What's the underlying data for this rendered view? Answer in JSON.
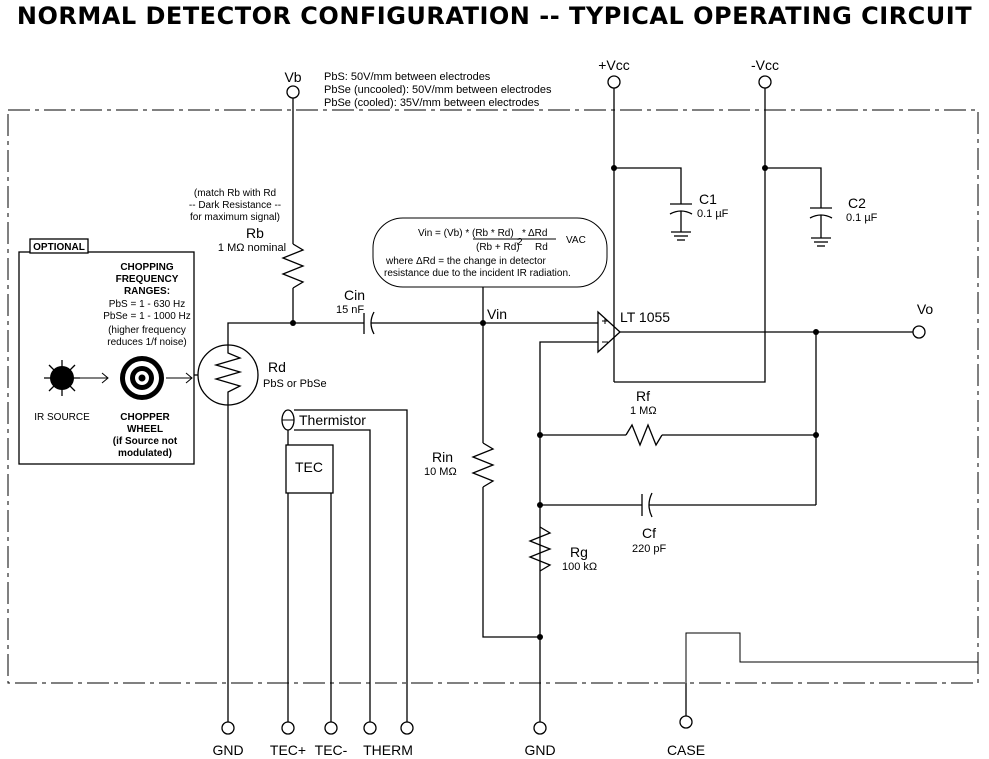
{
  "title": "NORMAL DETECTOR CONFIGURATION -- TYPICAL OPERATING CIRCUIT",
  "terminals": {
    "vb": "Vb",
    "vcc_pos": "+Vcc",
    "vcc_neg": "-Vcc",
    "vo": "Vo"
  },
  "bias_notes": [
    "PbS:  50V/mm between electrodes",
    "PbSe (uncooled):  50V/mm between electrodes",
    "PbSe (cooled):  35V/mm between electrodes"
  ],
  "rb_note": [
    "(match Rb with Rd",
    "-- Dark Resistance --",
    "for maximum signal)"
  ],
  "components": {
    "rb_label": "Rb",
    "rb_value": "1 MΩ nominal",
    "rd_label": "Rd",
    "rd_value": "PbS or PbSe",
    "cin_label": "Cin",
    "cin_value": "15 nF",
    "vin_label": "Vin",
    "opamp_label": "LT 1055",
    "c1_label": "C1",
    "c1_value": "0.1 µF",
    "c2_label": "C2",
    "c2_value": "0.1 µF",
    "rf_label": "Rf",
    "rf_value": "1 MΩ",
    "cf_label": "Cf",
    "cf_value": "220 pF",
    "rin_label": "Rin",
    "rin_value": "10 MΩ",
    "rg_label": "Rg",
    "rg_value": "100 kΩ",
    "thermistor_label": "Thermistor",
    "tec_label": "TEC"
  },
  "formula": {
    "lhs": "Vin = (Vb) * (Rb * Rd)",
    "mult": "*",
    "num2": "ΔRd",
    "den1": "(Rb + Rd)",
    "den_exp": "2",
    "den2": "Rd",
    "unit": "VAC",
    "note": [
      "where ΔRd = the change in detector",
      "resistance due to the incident IR radiation."
    ]
  },
  "optional_box": {
    "tag": "OPTIONAL",
    "heading": [
      "CHOPPING",
      "FREQUENCY",
      "RANGES:"
    ],
    "ranges": [
      "PbS = 1 - 630 Hz",
      "PbSe = 1 - 1000 Hz"
    ],
    "hint": [
      "(higher frequency",
      "reduces 1/f noise)"
    ],
    "ir_source": "IR SOURCE",
    "chopper": [
      "CHOPPER",
      "WHEEL",
      "(if Source not",
      "modulated)"
    ]
  },
  "pins": [
    "GND",
    "TEC+",
    "TEC-",
    "THERM",
    "GND",
    "CASE"
  ]
}
